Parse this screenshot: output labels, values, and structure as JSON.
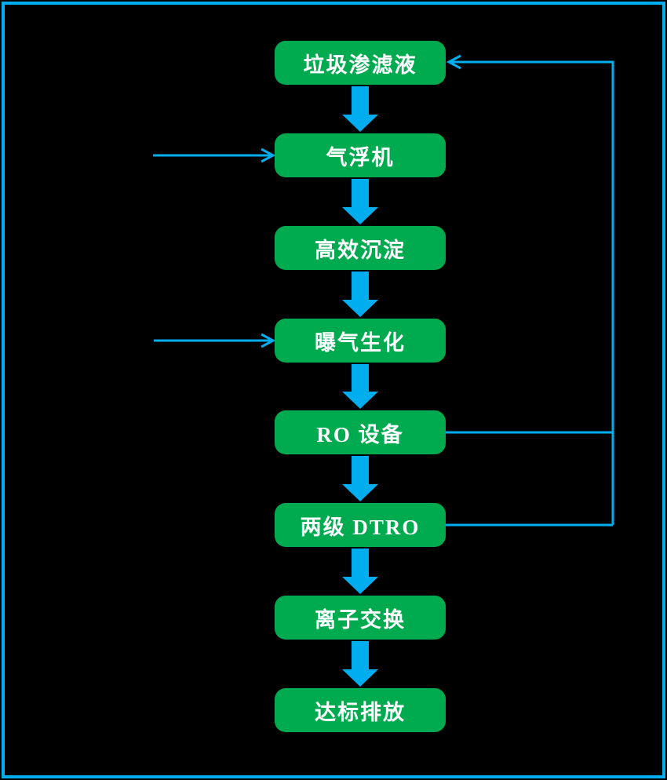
{
  "diagram": {
    "type": "flowchart",
    "background_color": "#000000",
    "frame_color": "#00AEF0",
    "node_fill_color": "#00AB50",
    "node_text_color": "#FFFFFF",
    "connector_color": "#00AEF0",
    "nodes": [
      {
        "id": "leachate",
        "label": "垃圾渗滤液"
      },
      {
        "id": "air-flotation",
        "label": "气浮机"
      },
      {
        "id": "sedimentation",
        "label": "高效沉淀"
      },
      {
        "id": "aeration",
        "label": "曝气生化"
      },
      {
        "id": "ro-equipment",
        "label": "RO 设备"
      },
      {
        "id": "two-stage-dtro",
        "label": "两级 DTRO"
      },
      {
        "id": "ion-exchange",
        "label": "离子交换"
      },
      {
        "id": "discharge",
        "label": "达标排放"
      }
    ],
    "edges": [
      {
        "from": "leachate",
        "to": "air-flotation",
        "type": "block-arrow-down"
      },
      {
        "from": "air-flotation",
        "to": "sedimentation",
        "type": "block-arrow-down"
      },
      {
        "from": "sedimentation",
        "to": "aeration",
        "type": "block-arrow-down"
      },
      {
        "from": "aeration",
        "to": "ro-equipment",
        "type": "block-arrow-down"
      },
      {
        "from": "ro-equipment",
        "to": "two-stage-dtro",
        "type": "block-arrow-down"
      },
      {
        "from": "two-stage-dtro",
        "to": "ion-exchange",
        "type": "block-arrow-down"
      },
      {
        "from": "ion-exchange",
        "to": "discharge",
        "type": "block-arrow-down"
      },
      {
        "from": "ro-equipment",
        "to": "leachate",
        "type": "thin-arrow",
        "route": "right-side-return"
      },
      {
        "from": "two-stage-dtro",
        "to": "leachate",
        "type": "thin-arrow",
        "route": "right-side-return"
      },
      {
        "from": "external-left",
        "to": "air-flotation",
        "type": "thin-arrow"
      },
      {
        "from": "external-left",
        "to": "aeration",
        "type": "thin-arrow"
      }
    ]
  }
}
